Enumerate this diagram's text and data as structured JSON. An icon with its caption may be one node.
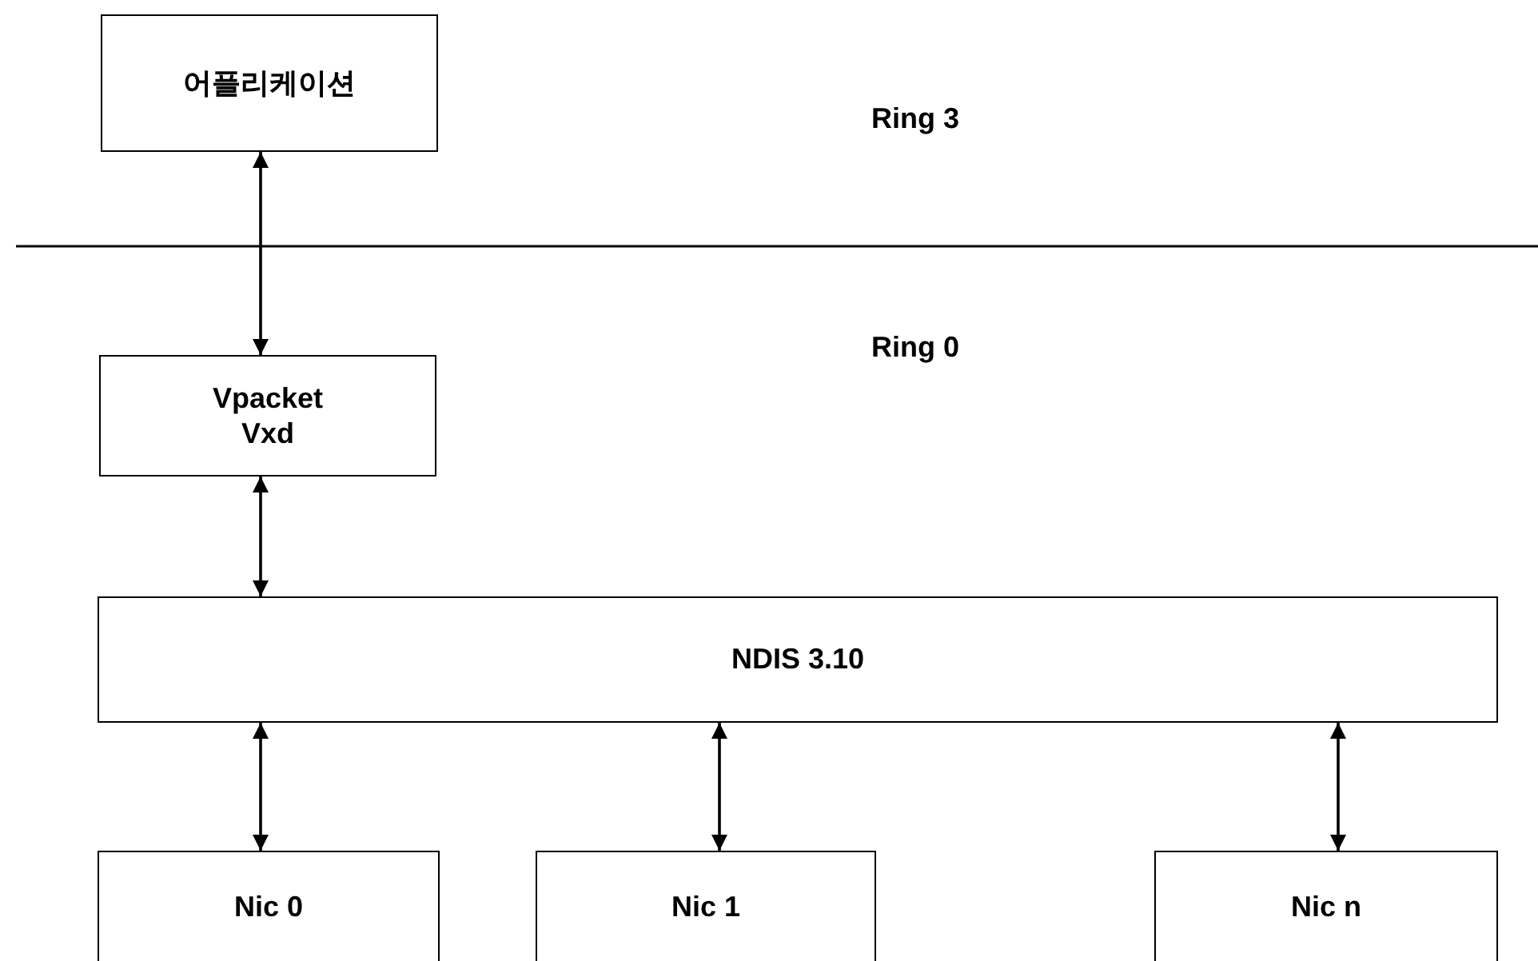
{
  "diagram": {
    "nodes": [
      {
        "text": [
          "어플리케이션"
        ]
      },
      {
        "text": [
          "Vpacket Vxd"
        ]
      },
      {
        "text": [
          "NDIS 3.10"
        ]
      },
      {
        "text": [
          "Nic 0"
        ]
      },
      {
        "text": [
          "Nic 1"
        ]
      },
      {
        "text": [
          "Nic n"
        ]
      }
    ],
    "edges": [
      {
        "from": 0,
        "to": 1,
        "arrow": "both"
      },
      {
        "from": 1,
        "to": 2,
        "arrow": "both"
      },
      {
        "from": 2,
        "to": 3,
        "arrow": "both"
      },
      {
        "from": 2,
        "to": 4,
        "arrow": "both"
      },
      {
        "from": 2,
        "to": 5,
        "arrow": "both"
      }
    ],
    "labels": [
      "Ring 3",
      "Ring 0"
    ]
  }
}
